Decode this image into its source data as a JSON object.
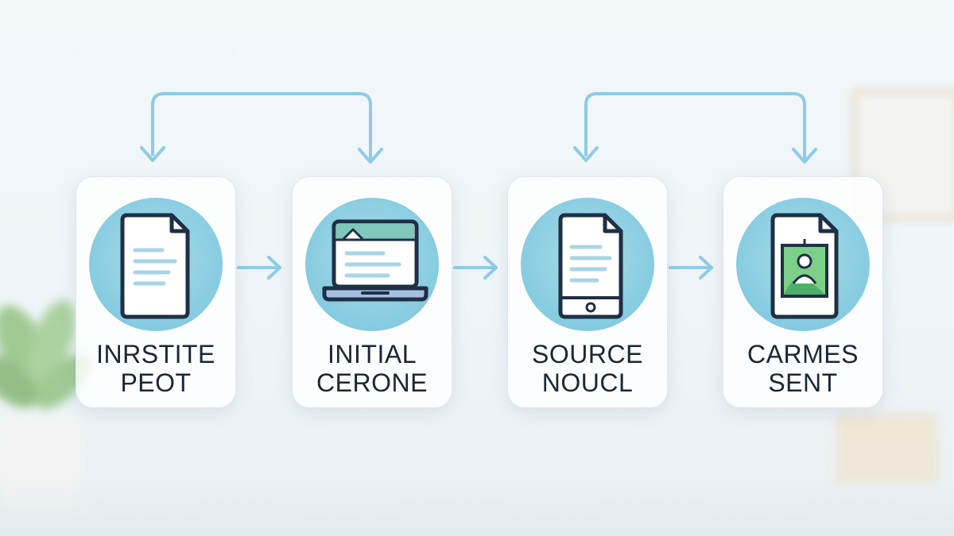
{
  "colors": {
    "accent_arrow": "#8fcbe4",
    "icon_circle": "#86cbe0",
    "icon_stroke": "#1f2f45",
    "text": "#1b2733"
  },
  "steps": [
    {
      "icon": "document-icon",
      "line1": "INRSTITE",
      "line2": "PEOT"
    },
    {
      "icon": "laptop-icon",
      "line1": "INITIAL",
      "line2": "CERONE"
    },
    {
      "icon": "tablet-icon",
      "line1": "SOURCE",
      "line2": "NOUCL"
    },
    {
      "icon": "photo-document-icon",
      "line1": "CARMES",
      "line2": "SENT"
    }
  ]
}
